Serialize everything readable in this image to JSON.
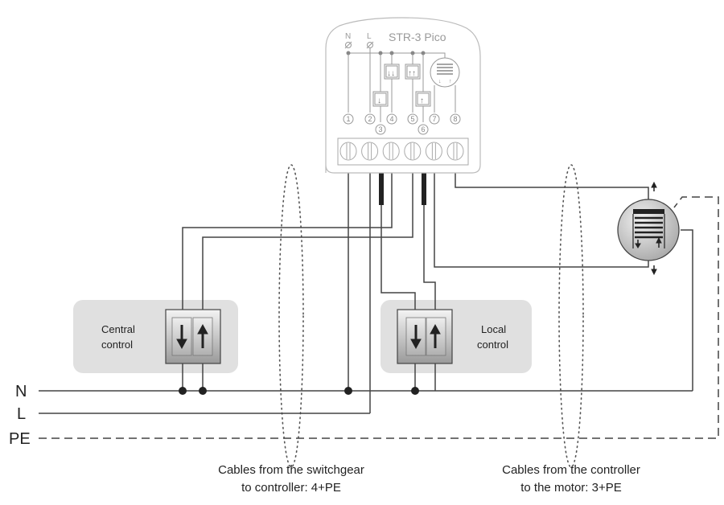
{
  "module": {
    "title": "STR-3 Pico",
    "supply_labels": [
      "N",
      "L"
    ],
    "terminal_numbers": [
      "1",
      "2",
      "3",
      "4",
      "5",
      "6",
      "7",
      "8"
    ],
    "terminal_screw_count": 6
  },
  "lines": {
    "neutral": "N",
    "live": "L",
    "protective_earth": "PE"
  },
  "controls": {
    "central": {
      "line1": "Central",
      "line2": "control"
    },
    "local": {
      "line1": "Local",
      "line2": "control"
    }
  },
  "captions": {
    "switchgear": {
      "line1": "Cables from the switchgear",
      "line2": "to controller: 4+PE"
    },
    "motor": {
      "line1": "Cables from the controller",
      "line2": "to the motor: 3+PE"
    }
  },
  "icons": {
    "switch_down": "arrow-down",
    "switch_up": "arrow-up",
    "motor": "roller-shutter-motor",
    "terminal": "screw-terminal"
  },
  "colors": {
    "wire": "#444444",
    "wire_thick": "#222222",
    "module_outline": "#bbbbbb",
    "module_text": "#9a9a9a",
    "control_box": "#e0e0e0",
    "motor_fill": "#d4d4d4"
  }
}
